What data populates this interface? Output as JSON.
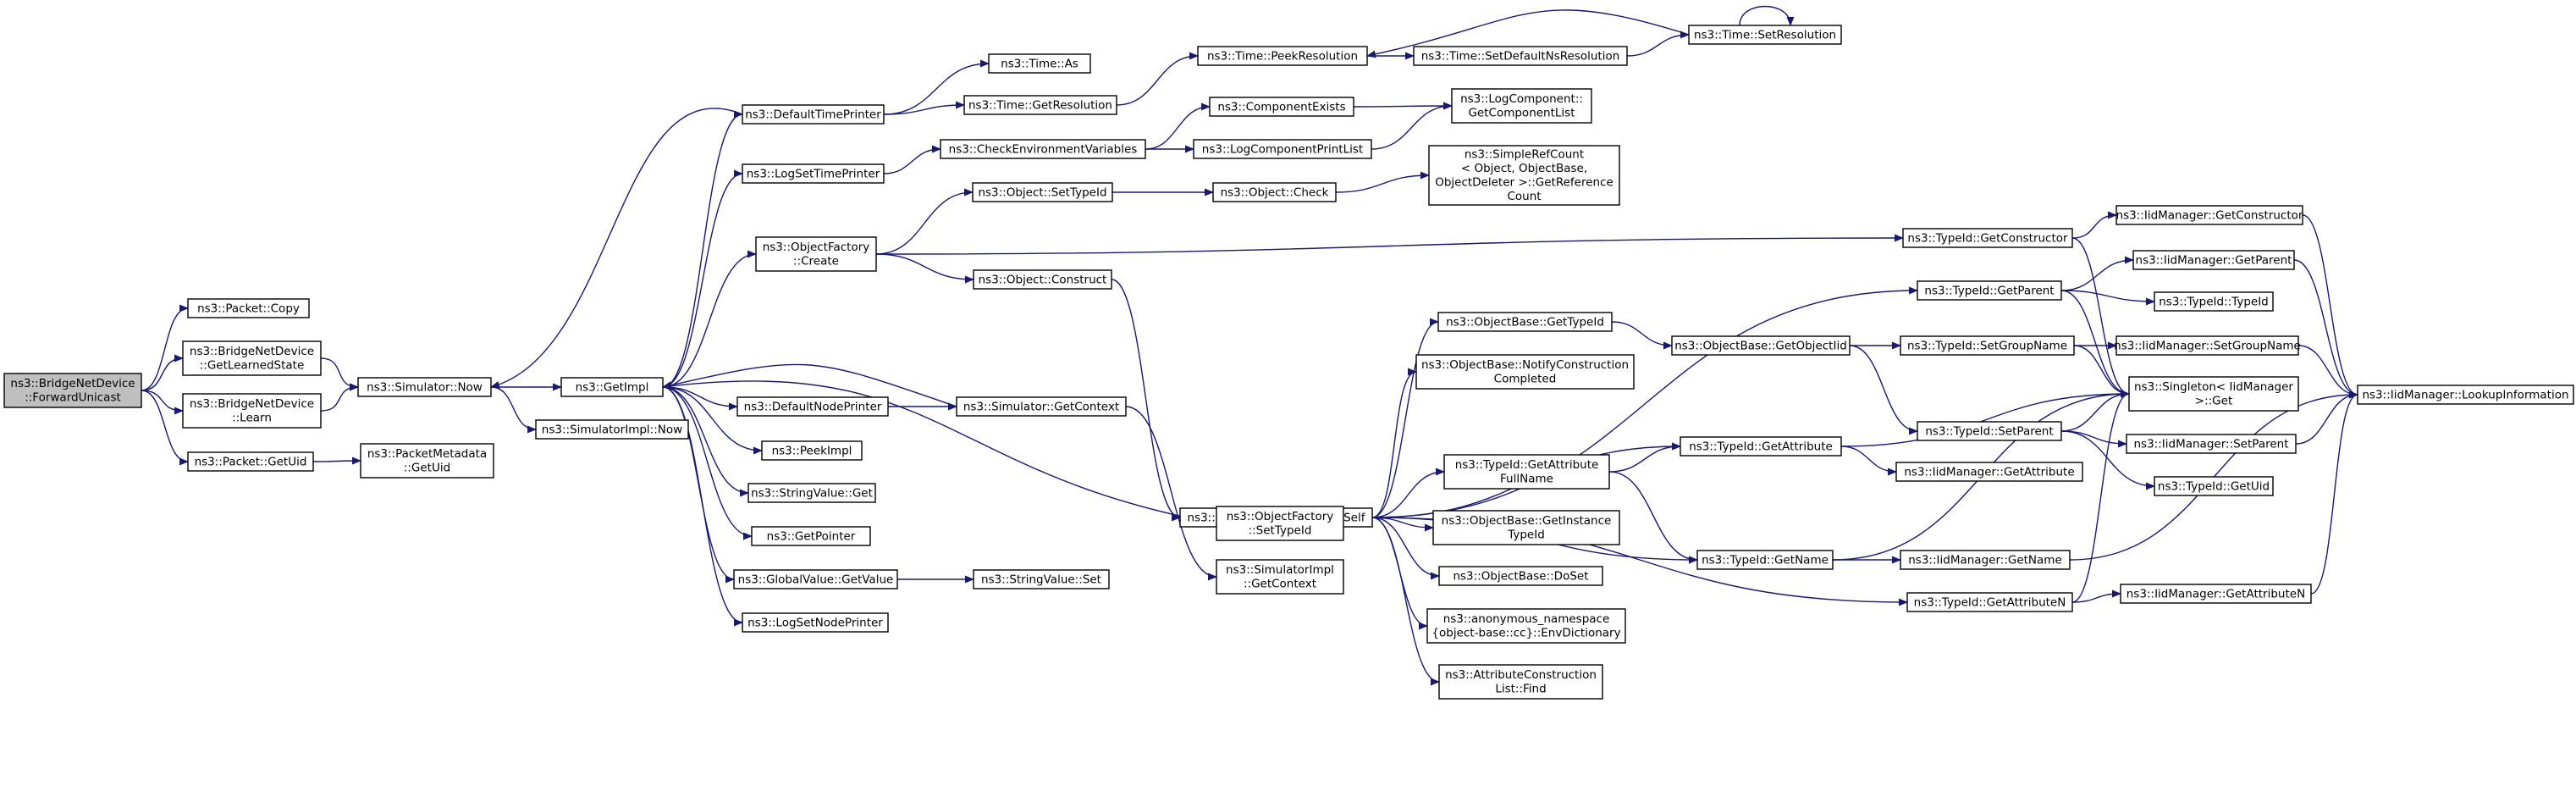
{
  "colors": {
    "edge": "#191970",
    "node_border": "#000000",
    "root_fill": "#bfbfbf",
    "node_fill": "#ffffff"
  },
  "nodes": [
    {
      "id": "root",
      "lines": [
        "ns3::BridgeNetDevice",
        "::ForwardUnicast"
      ]
    },
    {
      "id": "copy",
      "lines": [
        "ns3::Packet::Copy"
      ]
    },
    {
      "id": "getlearned",
      "lines": [
        "ns3::BridgeNetDevice",
        "::GetLearnedState"
      ]
    },
    {
      "id": "learn",
      "lines": [
        "ns3::BridgeNetDevice",
        "::Learn"
      ]
    },
    {
      "id": "getuid",
      "lines": [
        "ns3::Packet::GetUid"
      ]
    },
    {
      "id": "pmuid",
      "lines": [
        "ns3::PacketMetadata",
        "::GetUid"
      ]
    },
    {
      "id": "simnow",
      "lines": [
        "ns3::Simulator::Now"
      ]
    },
    {
      "id": "getimpl",
      "lines": [
        "ns3::GetImpl"
      ]
    },
    {
      "id": "simimplnow",
      "lines": [
        "ns3::SimulatorImpl::Now"
      ]
    },
    {
      "id": "deftp",
      "lines": [
        "ns3::DefaultTimePrinter"
      ]
    },
    {
      "id": "logstp",
      "lines": [
        "ns3::LogSetTimePrinter"
      ]
    },
    {
      "id": "ofcreate",
      "lines": [
        "ns3::ObjectFactory",
        "::Create"
      ]
    },
    {
      "id": "defnp",
      "lines": [
        "ns3::DefaultNodePrinter"
      ]
    },
    {
      "id": "peekimpl",
      "lines": [
        "ns3::PeekImpl"
      ]
    },
    {
      "id": "svget",
      "lines": [
        "ns3::StringValue::Get"
      ]
    },
    {
      "id": "getptr",
      "lines": [
        "ns3::GetPointer"
      ]
    },
    {
      "id": "gvget",
      "lines": [
        "ns3::GlobalValue::GetValue"
      ]
    },
    {
      "id": "logsnp",
      "lines": [
        "ns3::LogSetNodePrinter"
      ]
    },
    {
      "id": "timeas",
      "lines": [
        "ns3::Time::As"
      ]
    },
    {
      "id": "timegetres",
      "lines": [
        "ns3::Time::GetResolution"
      ]
    },
    {
      "id": "checkenv",
      "lines": [
        "ns3::CheckEnvironmentVariables"
      ]
    },
    {
      "id": "objsettid",
      "lines": [
        "ns3::Object::SetTypeId"
      ]
    },
    {
      "id": "objconstruct",
      "lines": [
        "ns3::Object::Construct"
      ]
    },
    {
      "id": "simgetctx",
      "lines": [
        "ns3::Simulator::GetContext"
      ]
    },
    {
      "id": "svset",
      "lines": [
        "ns3::StringValue::Set"
      ]
    },
    {
      "id": "peekres",
      "lines": [
        "ns3::Time::PeekResolution"
      ]
    },
    {
      "id": "compexists",
      "lines": [
        "ns3::ComponentExists"
      ]
    },
    {
      "id": "logcpl",
      "lines": [
        "ns3::LogComponentPrintList"
      ]
    },
    {
      "id": "objcheck",
      "lines": [
        "ns3::Object::Check"
      ]
    },
    {
      "id": "obconstructself",
      "lines": [
        "ns3::ObjectBase::ConstructSelf"
      ]
    },
    {
      "id": "ofsettid",
      "lines": [
        "ns3::ObjectFactory",
        "::SetTypeId"
      ]
    },
    {
      "id": "simimplgetctx",
      "lines": [
        "ns3::SimulatorImpl",
        "::GetContext"
      ]
    },
    {
      "id": "setdefns",
      "lines": [
        "ns3::Time::SetDefaultNsResolution"
      ]
    },
    {
      "id": "setres",
      "lines": [
        "ns3::Time::SetResolution"
      ]
    },
    {
      "id": "logcgetlist",
      "lines": [
        "ns3::LogComponent::",
        "GetComponentList"
      ]
    },
    {
      "id": "simplerefcount",
      "lines": [
        "ns3::SimpleRefCount",
        "< Object, ObjectBase,",
        "ObjectDeleter >::GetReference",
        "Count"
      ]
    },
    {
      "id": "obgettid",
      "lines": [
        "ns3::ObjectBase::GetTypeId"
      ]
    },
    {
      "id": "obnotify",
      "lines": [
        "ns3::ObjectBase::NotifyConstruction",
        "Completed"
      ]
    },
    {
      "id": "tidgetattrfull",
      "lines": [
        "ns3::TypeId::GetAttribute",
        "FullName"
      ]
    },
    {
      "id": "obgetinst",
      "lines": [
        "ns3::ObjectBase::GetInstance",
        "TypeId"
      ]
    },
    {
      "id": "obdoset",
      "lines": [
        "ns3::ObjectBase::DoSet"
      ]
    },
    {
      "id": "anonenv",
      "lines": [
        "ns3::anonymous_namespace",
        "{object-base::cc}::EnvDictionary"
      ]
    },
    {
      "id": "acfind",
      "lines": [
        "ns3::AttributeConstruction",
        "List::Find"
      ]
    },
    {
      "id": "obgetoid",
      "lines": [
        "ns3::ObjectBase::GetObjectIid"
      ]
    },
    {
      "id": "tidgetctor",
      "lines": [
        "ns3::TypeId::GetConstructor"
      ]
    },
    {
      "id": "tidgetparent",
      "lines": [
        "ns3::TypeId::GetParent"
      ]
    },
    {
      "id": "tidsetgroup",
      "lines": [
        "ns3::TypeId::SetGroupName"
      ]
    },
    {
      "id": "tidgetattr",
      "lines": [
        "ns3::TypeId::GetAttribute"
      ]
    },
    {
      "id": "tidsetparent",
      "lines": [
        "ns3::TypeId::SetParent"
      ]
    },
    {
      "id": "tidgetname",
      "lines": [
        "ns3::TypeId::GetName"
      ]
    },
    {
      "id": "tidgetattrn",
      "lines": [
        "ns3::TypeId::GetAttributeN"
      ]
    },
    {
      "id": "iidgetattr",
      "lines": [
        "ns3::IidManager::GetAttribute"
      ]
    },
    {
      "id": "iidgetname",
      "lines": [
        "ns3::IidManager::GetName"
      ]
    },
    {
      "id": "iidgetctor",
      "lines": [
        "ns3::IidManager::GetConstructor"
      ]
    },
    {
      "id": "iidgetparent",
      "lines": [
        "ns3::IidManager::GetParent"
      ]
    },
    {
      "id": "tidtid",
      "lines": [
        "ns3::TypeId::TypeId"
      ]
    },
    {
      "id": "iidsetgroup",
      "lines": [
        "ns3::IidManager::SetGroupName"
      ]
    },
    {
      "id": "singleton",
      "lines": [
        "ns3::Singleton< IidManager",
        "  >::Get"
      ]
    },
    {
      "id": "iidsetparent",
      "lines": [
        "ns3::IidManager::SetParent"
      ]
    },
    {
      "id": "tidgetuid",
      "lines": [
        "ns3::TypeId::GetUid"
      ]
    },
    {
      "id": "iidgetattrn",
      "lines": [
        "ns3::IidManager::GetAttributeN"
      ]
    },
    {
      "id": "iidlookup",
      "lines": [
        "ns3::IidManager::LookupInformation"
      ]
    }
  ],
  "edges": [
    [
      "root",
      "copy"
    ],
    [
      "root",
      "getlearned"
    ],
    [
      "root",
      "learn"
    ],
    [
      "root",
      "getuid"
    ],
    [
      "getuid",
      "pmuid"
    ],
    [
      "getlearned",
      "simnow"
    ],
    [
      "learn",
      "simnow"
    ],
    [
      "simnow",
      "getimpl"
    ],
    [
      "simnow",
      "simimplnow"
    ],
    [
      "getimpl",
      "deftp"
    ],
    [
      "getimpl",
      "logstp"
    ],
    [
      "getimpl",
      "ofcreate"
    ],
    [
      "getimpl",
      "defnp"
    ],
    [
      "getimpl",
      "peekimpl"
    ],
    [
      "getimpl",
      "svget"
    ],
    [
      "getimpl",
      "getptr"
    ],
    [
      "getimpl",
      "gvget"
    ],
    [
      "getimpl",
      "logsnp"
    ],
    [
      "deftp",
      "simnow"
    ],
    [
      "deftp",
      "timeas"
    ],
    [
      "deftp",
      "timegetres"
    ],
    [
      "logstp",
      "checkenv"
    ],
    [
      "ofcreate",
      "objsettid"
    ],
    [
      "ofcreate",
      "objconstruct"
    ],
    [
      "ofcreate",
      "tidgetctor"
    ],
    [
      "defnp",
      "simgetctx"
    ],
    [
      "simgetctx",
      "getimpl"
    ],
    [
      "simgetctx",
      "simimplgetctx"
    ],
    [
      "gvget",
      "svset"
    ],
    [
      "timegetres",
      "peekres"
    ],
    [
      "peekres",
      "setdefns"
    ],
    [
      "setdefns",
      "setres"
    ],
    [
      "setres",
      "peekres"
    ],
    [
      "setres",
      "setres"
    ],
    [
      "checkenv",
      "compexists"
    ],
    [
      "checkenv",
      "logcpl"
    ],
    [
      "compexists",
      "logcgetlist"
    ],
    [
      "logcpl",
      "logcgetlist"
    ],
    [
      "objsettid",
      "objcheck"
    ],
    [
      "objcheck",
      "simplerefcount"
    ],
    [
      "objconstruct",
      "obconstructself"
    ],
    [
      "ofsettid",
      "getimpl"
    ],
    [
      "obconstructself",
      "obgettid"
    ],
    [
      "obconstructself",
      "obnotify"
    ],
    [
      "obconstructself",
      "tidgetattrfull"
    ],
    [
      "obconstructself",
      "obgetinst"
    ],
    [
      "obconstructself",
      "obdoset"
    ],
    [
      "obconstructself",
      "anonenv"
    ],
    [
      "obconstructself",
      "acfind"
    ],
    [
      "obconstructself",
      "tidgetparent"
    ],
    [
      "obconstructself",
      "tidgetattr"
    ],
    [
      "obconstructself",
      "tidgetname"
    ],
    [
      "obconstructself",
      "tidgetattrn"
    ],
    [
      "obgettid",
      "obgetoid"
    ],
    [
      "obgetoid",
      "tidsetgroup"
    ],
    [
      "obgetoid",
      "tidsetparent"
    ],
    [
      "tidgetattrfull",
      "tidgetattr"
    ],
    [
      "tidgetattrfull",
      "tidgetname"
    ],
    [
      "tidgetctor",
      "iidgetctor"
    ],
    [
      "tidgetctor",
      "singleton"
    ],
    [
      "tidgetparent",
      "iidgetparent"
    ],
    [
      "tidgetparent",
      "tidtid"
    ],
    [
      "tidgetparent",
      "singleton"
    ],
    [
      "tidsetgroup",
      "iidsetgroup"
    ],
    [
      "tidsetgroup",
      "singleton"
    ],
    [
      "tidgetattr",
      "iidgetattr"
    ],
    [
      "tidgetattr",
      "singleton"
    ],
    [
      "tidsetparent",
      "iidsetparent"
    ],
    [
      "tidsetparent",
      "tidgetuid"
    ],
    [
      "tidsetparent",
      "singleton"
    ],
    [
      "tidgetname",
      "iidgetname"
    ],
    [
      "tidgetname",
      "singleton"
    ],
    [
      "tidgetattrn",
      "iidgetattrn"
    ],
    [
      "tidgetattrn",
      "singleton"
    ],
    [
      "iidgetctor",
      "iidlookup"
    ],
    [
      "iidgetparent",
      "iidlookup"
    ],
    [
      "iidsetgroup",
      "iidlookup"
    ],
    [
      "iidsetparent",
      "iidlookup"
    ],
    [
      "iidgetname",
      "iidlookup"
    ],
    [
      "iidgetattrn",
      "iidlookup"
    ]
  ]
}
